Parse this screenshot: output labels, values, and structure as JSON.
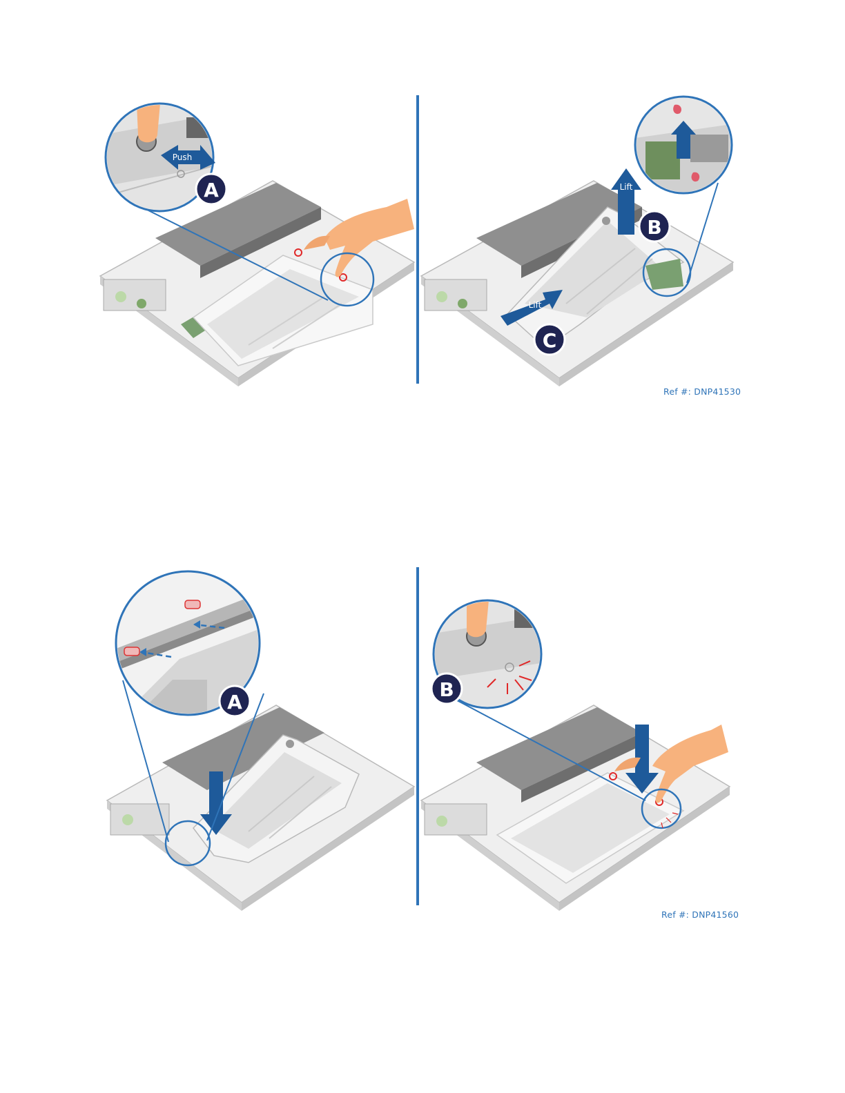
{
  "figures": [
    {
      "ref_text": "Ref #: DNP41530",
      "panels": [
        {
          "step": "A",
          "arrow_label": "Push"
        },
        {
          "steps": [
            "B",
            "C"
          ],
          "arrow_labels": [
            "Lift",
            "Lift"
          ]
        }
      ]
    },
    {
      "ref_text": "Ref #: DNP41560",
      "panels": [
        {
          "step": "A"
        },
        {
          "step": "B"
        }
      ]
    }
  ],
  "colors": {
    "accent_blue": "#2f74b8",
    "badge_navy": "#1f2452",
    "arrow_blue": "#1e5a9a",
    "chassis_gray": "#d9d9d9",
    "fan_dark_gray": "#8f8f8f",
    "hand_skin": "#f7b27d",
    "highlight_red": "#e02828"
  }
}
